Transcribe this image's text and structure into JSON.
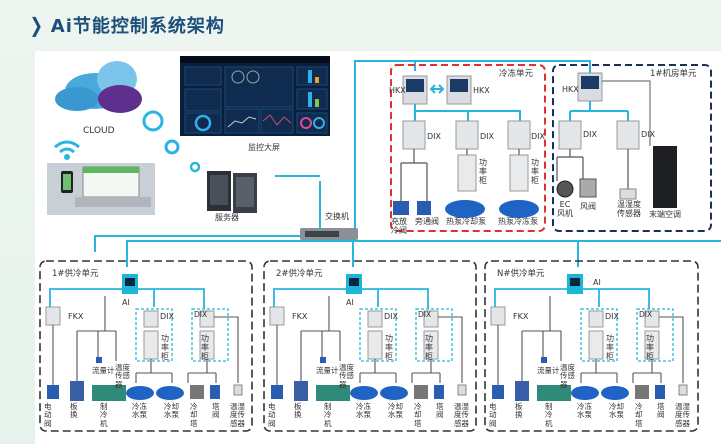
{
  "header": {
    "title": "Ai节能控制系统架构",
    "icon": "double-chevron-right-icon"
  },
  "colors": {
    "title": "#1c4f7a",
    "link_line": "#29b5e0",
    "wire": "#555555",
    "freeze_border": "#e03030",
    "unit_border": "#333333",
    "room_border": "#1c2f5a",
    "dix_group_border": "#29b5e0",
    "ai_device": "#19b9d6"
  },
  "top": {
    "cloud_label": "CLOUD",
    "monitor_label": "监控大屏",
    "server_label": "服务器",
    "switch_label": "交换机"
  },
  "freeze_unit": {
    "title": "冷冻单元",
    "controllers": [
      "HKX",
      "HKX"
    ],
    "dix": [
      "DIX",
      "DIX",
      "DIX"
    ],
    "power_cabinet": "功率柜",
    "devices": [
      "充放冷阀",
      "旁通阀",
      "热泵冷却泵",
      "热泵冷冻泵"
    ]
  },
  "room_unit": {
    "title": "1#机房单元",
    "controller": "HKX",
    "dix": [
      "DIX",
      "DIX"
    ],
    "devices": [
      "EC风机",
      "风阀",
      "温湿度传感器",
      "末端空调"
    ]
  },
  "supply_units": [
    {
      "title": "1#供冷单元"
    },
    {
      "title": "2#供冷单元"
    },
    {
      "title": "N#供冷单元"
    }
  ],
  "supply_common": {
    "ai": "AI",
    "fkx": "FKX",
    "dix": "DIX",
    "power_cabinet": "功率柜",
    "flowmeter": "流量计",
    "temp_sensor": "温度传感器",
    "devices": [
      "电动阀",
      "板换",
      "制冷机",
      "冷冻水泵",
      "冷却水泵",
      "冷却塔",
      "塔阀",
      "温湿度传感器"
    ]
  }
}
